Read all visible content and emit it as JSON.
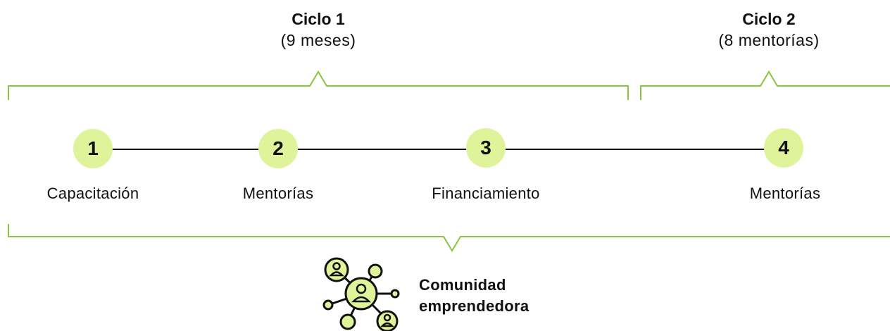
{
  "cycles": [
    {
      "title": "Ciclo 1",
      "subtitle": "(9 meses)"
    },
    {
      "title": "Ciclo 2",
      "subtitle": "(8 mentorías)"
    }
  ],
  "steps": [
    {
      "number": "1",
      "label": "Capacitación"
    },
    {
      "number": "2",
      "label": "Mentorías"
    },
    {
      "number": "3",
      "label": "Financiamiento"
    },
    {
      "number": "4",
      "label": "Mentorías"
    }
  ],
  "community": {
    "line1": "Comunidad",
    "line2": "emprendedora",
    "icon": "network-people-icon"
  },
  "colors": {
    "accent_green": "#8bc53f",
    "circle_fill": "#dff49a",
    "line": "#111111",
    "text": "#111111"
  }
}
